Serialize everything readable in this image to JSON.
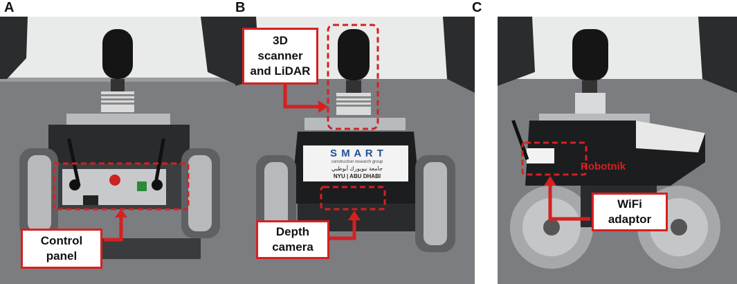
{
  "figure": {
    "panels": [
      {
        "letter": "A",
        "callouts": [
          {
            "text": "Control\npanel"
          }
        ]
      },
      {
        "letter": "B",
        "callouts": [
          {
            "text": "3D\nscanner\nand LiDAR"
          },
          {
            "text": "Depth\ncamera"
          }
        ],
        "robot_logo": {
          "main": "S M A R T",
          "sub": "construction research group",
          "arabic": "جامعة نيويورك أبوظبي",
          "uni": "NYU | ABU DHABI"
        }
      },
      {
        "letter": "C",
        "callouts": [
          {
            "text": "WiFi\nadaptor"
          }
        ],
        "robot_brand": "Robotnik"
      }
    ]
  },
  "colors": {
    "annotation_red": "#d62020",
    "floor": "#7b7d80",
    "wall": "#e9ebea",
    "robot_body": "#1c1d1f"
  }
}
